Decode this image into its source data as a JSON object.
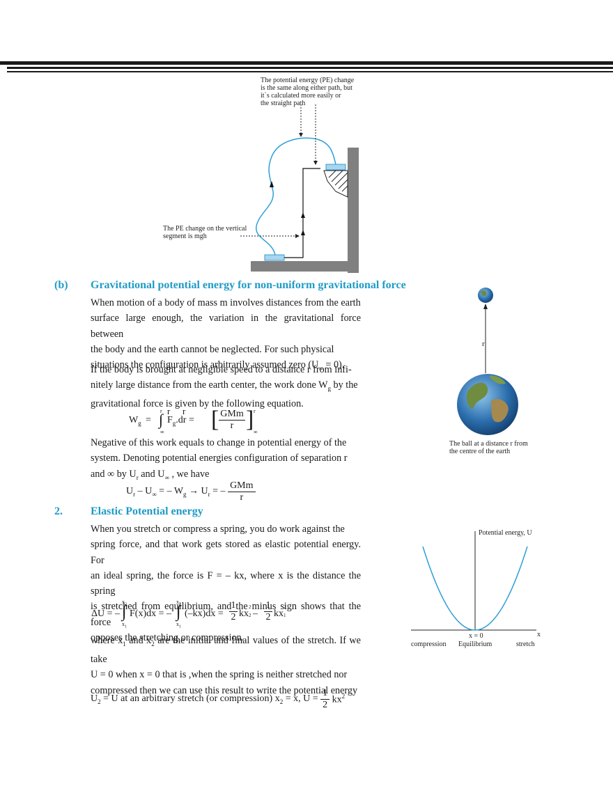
{
  "fig1": {
    "caption_top": [
      "The potential energy (PE) change",
      "is the same along either path, but",
      "it`s  calculated more easily or",
      "the straight path"
    ],
    "caption_left": [
      "The PE change on the vertical",
      "segment is mgh"
    ]
  },
  "section_b": {
    "number": "(b)",
    "title": "Gravitational potential energy for non-uniform gravitational force",
    "para1": [
      "When motion of a body of mass m involves distances from the earth",
      "surface large enough, the variation in the gravitational force between",
      "the body and the earth cannot be neglected. For such  physical"
    ],
    "para1_last_pre": "situations the configuration is arbitrarily assumed zero (U",
    "para1_last_sub": "∞",
    "para1_last_post": " = 0).",
    "para2_line1": "If the body is brought at negligible speed to a distance r from infi-",
    "para2_line2_pre": "nitely large distance  from the earth  center, the work done W",
    "para2_line2_sub": "g",
    "para2_line2_post": " by the",
    "para2_line3": "gravitational force is given by the following equation.",
    "eq1": {
      "lhs": "W",
      "lhs_sub": "g",
      "eq": "=",
      "integrand": "F",
      "integrand_sub": "g",
      "dr": ".dr =",
      "upper": "r",
      "lower": "∞",
      "limit_upper_small": "r",
      "frac_num": "GMm",
      "frac_den": "r",
      "bracket_upper": "r",
      "bracket_lower": "∞"
    },
    "para3": [
      "Negative of this work equals to change in potential energy of the",
      "system. Denoting potential energies configuration of separation r"
    ],
    "para3_last_pre": "and  ∞ by U",
    "para3_last_sub1": "r",
    "para3_last_mid": " and U",
    "para3_last_sub2": "∞",
    "para3_last_post": " , we have",
    "eq2": {
      "part1": "U",
      "sub_r": "r",
      "minus": " – U",
      "sub_inf": "∞",
      "middle": " = – W",
      "sub_g": "g",
      "arrow": " → U",
      "sub_r2": "r",
      "end": " = –",
      "num": "GMm",
      "den": "r"
    },
    "earth_caption": [
      "The ball at a distance r from",
      "the centre of the earth"
    ],
    "earth_label": "r"
  },
  "section_2": {
    "number": "2.",
    "title": "Elastic  Potential  energy",
    "para1": [
      "When you stretch or compress a spring, you do work against the",
      "spring force, and that work gets stored as elastic potential energy. For",
      "an ideal spring, the force is F = – kx, where x is the distance the spring",
      "is stretched from equilibrium, and the minus sign shows that the force",
      "opposes the stretching or compression."
    ],
    "eq3": {
      "lhs": "ΔU = –",
      "f": "F(x)dx = –",
      "g": "(–kx)dx =",
      "half1": "1",
      "two1": "2",
      "kx2": "kx",
      "sub2": "2",
      "sup2": "2",
      "minus": " –",
      "half2": "1",
      "two2": "2",
      "kx1": "kx",
      "sub1": "1",
      "sup1": "2",
      "lim_upper": "x",
      "lim_upper_sub": "2",
      "lim_lower": "x",
      "lim_lower_sub": "1"
    },
    "para2_line1_pre": "where x",
    "para2_line1_sub1": "1",
    "para2_line1_mid": " and x",
    "para2_line1_sub2": "2",
    "para2_line1_post": " are the initial and final values of the stretch. If we take",
    "para2_line2": "U = 0 when x = 0 that is ,when the spring is neither stretched nor",
    "para2_line3": "compressed then we can use this result to write the potential energy",
    "last_pre": "U",
    "last_sub1": "2",
    "last_mid": " = U at an arbitrary stretch (or compression) x",
    "last_sub2": "2",
    "last_post": " = x, U =",
    "last_num": "1",
    "last_den": "2",
    "last_tail": "kx",
    "last_sup": "2",
    "graph": {
      "ylabel": "Potential energy, U",
      "xlabel": "x",
      "origin_label": "x = 0",
      "equilibrium": "Equilibrium",
      "left_label": "compression",
      "right_label": "stretch",
      "curve_color": "#2e9fd6"
    }
  }
}
